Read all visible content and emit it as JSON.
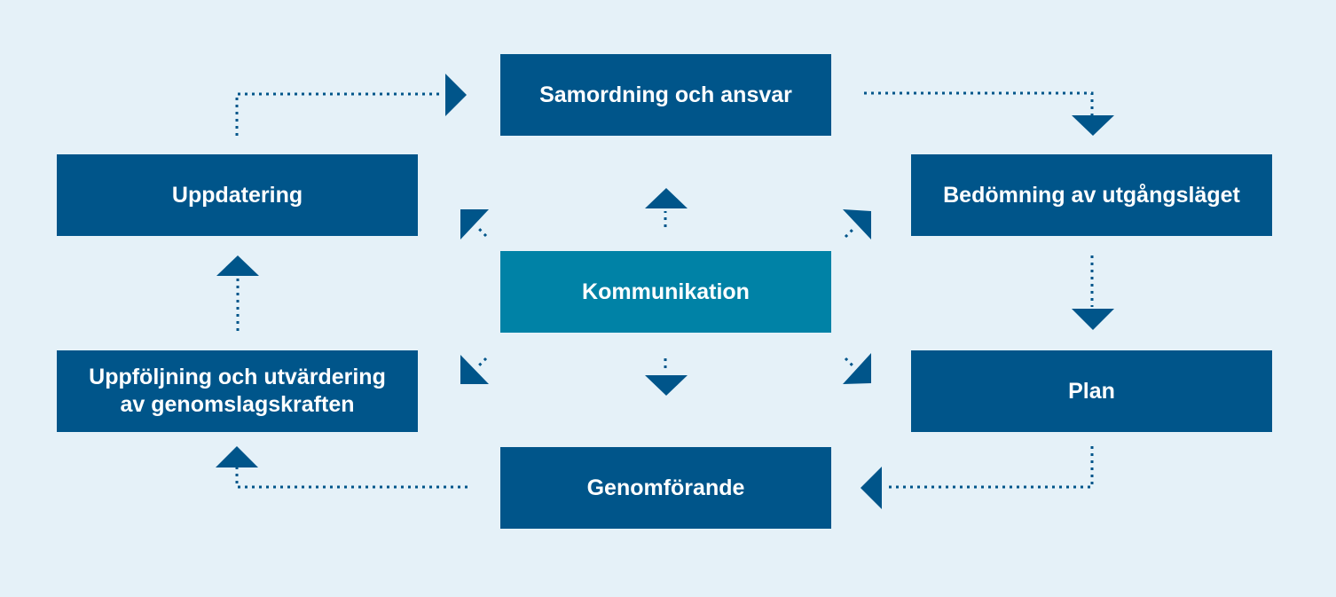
{
  "diagram": {
    "nodes": {
      "samordning": {
        "label": "Samordning och ansvar"
      },
      "bedomning": {
        "label": "Bedömning av utgångsläget"
      },
      "plan": {
        "label": "Plan"
      },
      "genomforande": {
        "label": "Genomförande"
      },
      "uppfoljning": {
        "line1": "Uppföljning och utvärdering",
        "line2": "av genomslagskraften"
      },
      "uppdatering": {
        "label": "Uppdatering"
      },
      "kommunikation": {
        "label": "Kommunikation"
      }
    },
    "edges": [
      {
        "from": "samordning",
        "to": "bedomning"
      },
      {
        "from": "bedomning",
        "to": "plan"
      },
      {
        "from": "plan",
        "to": "genomforande"
      },
      {
        "from": "genomforande",
        "to": "uppfoljning"
      },
      {
        "from": "uppfoljning",
        "to": "uppdatering"
      },
      {
        "from": "uppdatering",
        "to": "samordning"
      },
      {
        "from": "kommunikation",
        "to": "samordning"
      },
      {
        "from": "kommunikation",
        "to": "bedomning"
      },
      {
        "from": "kommunikation",
        "to": "plan"
      },
      {
        "from": "kommunikation",
        "to": "genomforande"
      },
      {
        "from": "kommunikation",
        "to": "uppfoljning"
      },
      {
        "from": "kommunikation",
        "to": "uppdatering"
      }
    ],
    "colors": {
      "background": "#e5f1f8",
      "node": "#00558a",
      "center_node": "#0082a6",
      "node_text": "#ffffff",
      "connector": "#00558a"
    }
  }
}
